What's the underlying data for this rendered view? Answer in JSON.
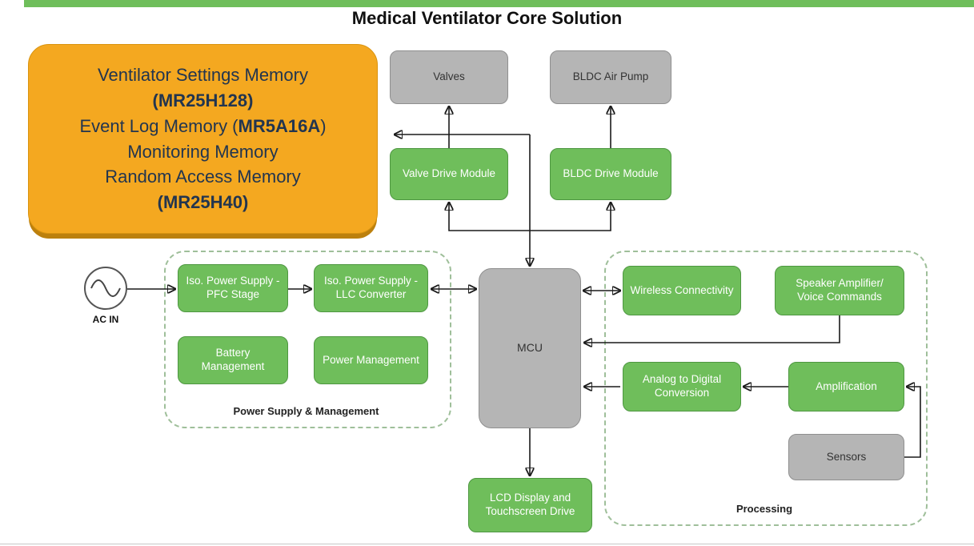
{
  "title": "Medical Ventilator Core Solution",
  "colors": {
    "green_fill": "#6FBE5B",
    "green_border": "#4E9741",
    "gray_fill": "#B5B5B5",
    "gray_border": "#8F8F8F",
    "orange_fill": "#F4A820",
    "orange_shadow": "#BC800D",
    "memory_text": "#22354F",
    "connector_line": "#1A1A1A",
    "group_border": "#9FBF9A"
  },
  "memory_box": {
    "line1": "Ventilator Settings Memory",
    "line2": "(MR25H128)",
    "line3_prefix": "Event Log Memory (",
    "line3_bold": "MR5A16A",
    "line3_suffix": ")",
    "line4": "Monitoring Memory",
    "line5": "Random Access Memory",
    "line6": "(MR25H40)"
  },
  "nodes": {
    "valves": "Valves",
    "bldc_air_pump": "BLDC Air Pump",
    "valve_drive": "Valve Drive Module",
    "bldc_drive": "BLDC Drive Module",
    "mcu": "MCU",
    "wireless": "Wireless Connectivity",
    "speaker": "Speaker Amplifier/ Voice Commands",
    "adc": "Analog to Digital Conversion",
    "amplification": "Amplification",
    "sensors": "Sensors",
    "lcd": "LCD Display and Touchscreen Drive",
    "iso_pfc": "Iso. Power Supply - PFC Stage",
    "iso_llc": "Iso. Power Supply - LLC Converter",
    "battery": "Battery Management",
    "power_mgmt": "Power Management"
  },
  "groups": {
    "power": "Power Supply & Management",
    "processing": "Processing"
  },
  "ac_in_label": "AC IN"
}
